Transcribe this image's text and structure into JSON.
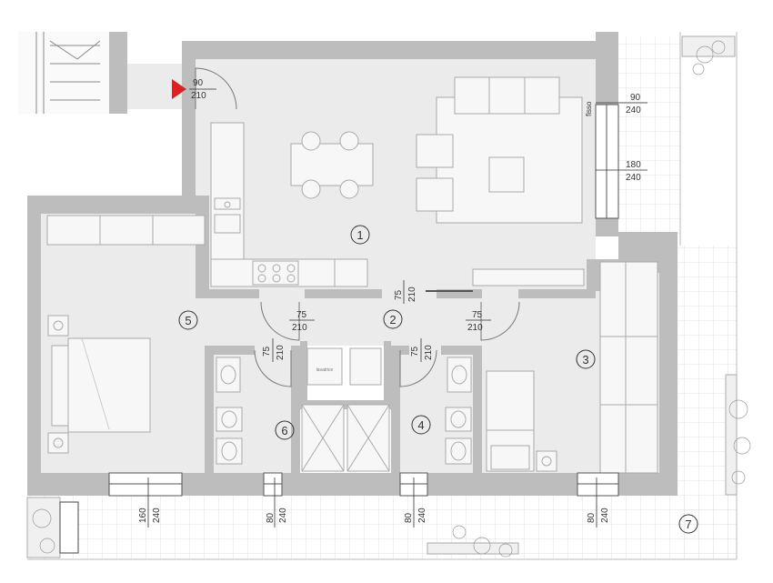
{
  "colors": {
    "wall": "#bdbdbd",
    "floor": "#ebebeb",
    "furniture": "#f7f7f7",
    "line": "#aaaaaa",
    "terrace_grid": "#d9d9d9",
    "entrance_marker": "#e02020",
    "text": "#333333"
  },
  "icons": {
    "entrance": "red-triangle-icon",
    "plants": "plant-icon"
  },
  "rooms": [
    {
      "number": "1"
    },
    {
      "number": "2"
    },
    {
      "number": "3"
    },
    {
      "number": "4"
    },
    {
      "number": "5"
    },
    {
      "number": "6"
    },
    {
      "number": "7"
    }
  ],
  "openings": {
    "entrance_door": {
      "width": "90",
      "height": "210"
    },
    "living_window_fixed": {
      "width": "90",
      "height": "240",
      "note": "fisso"
    },
    "living_window_door": {
      "width": "180",
      "height": "240"
    },
    "kitchen_door": {
      "width": "75",
      "height": "210"
    },
    "bed5_door": {
      "width": "75",
      "height": "210"
    },
    "bed3_door": {
      "width": "75",
      "height": "210"
    },
    "bath6_door": {
      "width": "75",
      "height": "210"
    },
    "bath4_door": {
      "width": "75",
      "height": "210"
    },
    "bed5_window": {
      "width": "160",
      "height": "240"
    },
    "bath6_window": {
      "width": "80",
      "height": "240"
    },
    "bath4_window": {
      "width": "80",
      "height": "240"
    },
    "bed3_window": {
      "width": "80",
      "height": "240"
    }
  }
}
